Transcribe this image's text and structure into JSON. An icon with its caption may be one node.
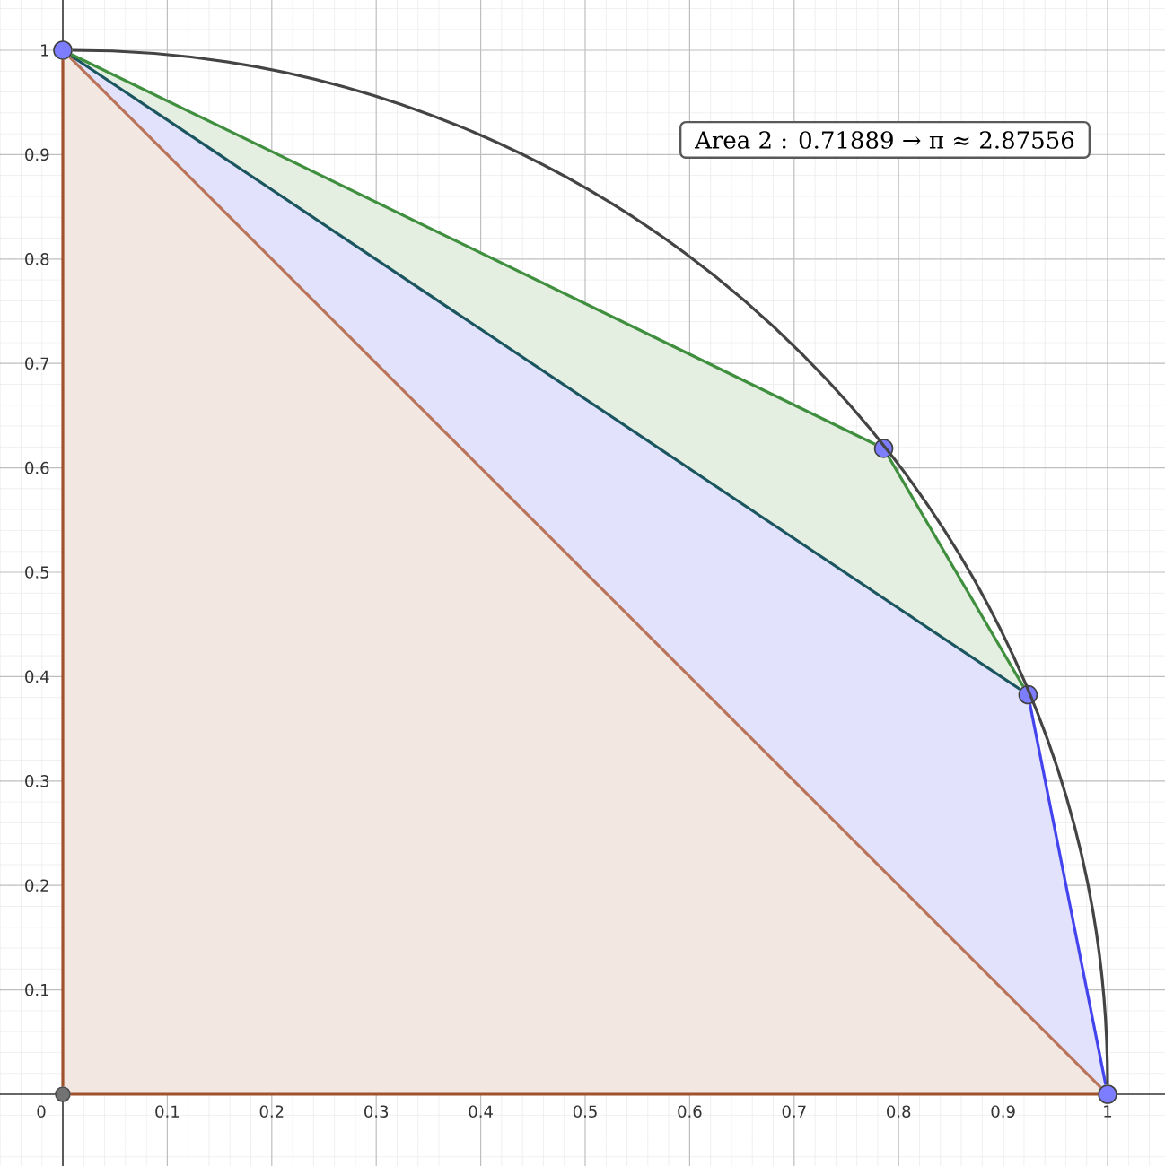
{
  "diagram": {
    "nodes": [
      {
        "text": [],
        "shape": "circle"
      },
      {
        "text": [
          "Area 2 : 0.71889 → π ≈ 2.87556"
        ]
      },
      {
        "text": [],
        "shape": "circle"
      },
      {
        "text": [],
        "shape": "circle"
      },
      {
        "text": [],
        "shape": "circle"
      },
      {
        "text": [],
        "shape": "circle"
      }
    ],
    "edges": [
      {
        "from": 4,
        "to": 0,
        "arrow": "none",
        "color": "#a0522d"
      },
      {
        "from": 4,
        "to": 5,
        "arrow": "none",
        "color": "#a0522d"
      },
      {
        "from": 0,
        "to": 5,
        "arrow": "none",
        "color": "#b87358"
      },
      {
        "from": 0,
        "to": 3,
        "arrow": "none",
        "color": "#1a5560"
      },
      {
        "from": 0,
        "to": 2,
        "arrow": "none",
        "color": "#3f8f3f"
      },
      {
        "from": 2,
        "to": 3,
        "arrow": "none",
        "color": "#3f8f3f"
      },
      {
        "from": 3,
        "to": 5,
        "arrow": "none",
        "color": "#4444ee"
      },
      {
        "from": 0,
        "to": 5,
        "arrow": "none",
        "color": "#444444"
      }
    ],
    "labels": [
      "1",
      "0.9",
      "0.8",
      "0.7",
      "0.6",
      "0.5",
      "0.4",
      "0.3",
      "0.2",
      "0.1",
      "0",
      "0.1",
      "0.2",
      "0.3",
      "0.4",
      "0.5",
      "0.6",
      "0.7",
      "0.8",
      "0.9",
      "1"
    ]
  }
}
